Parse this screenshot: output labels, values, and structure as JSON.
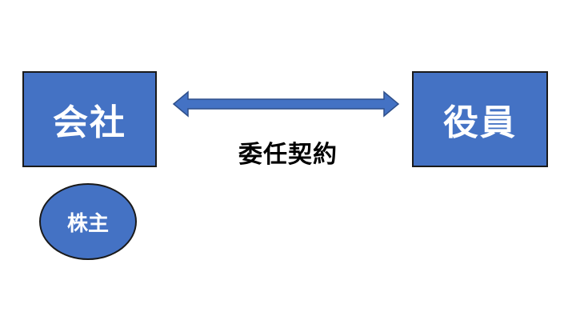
{
  "nodes": {
    "company": "会社",
    "officer": "役員",
    "shareholder": "株主"
  },
  "relation": {
    "label": "委任契約"
  },
  "colors": {
    "fill": "#4472C4",
    "border": "#1a1a1a",
    "node_text": "#ffffff",
    "label_text": "#000000"
  }
}
